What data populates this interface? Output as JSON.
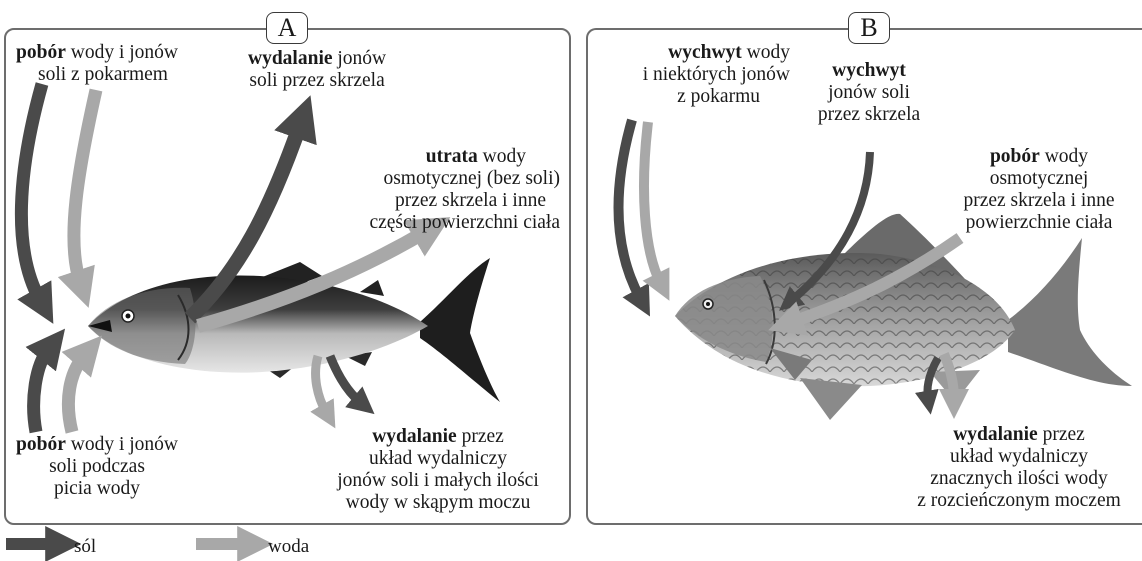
{
  "panels": [
    {
      "letter": "A",
      "labels": {
        "intake_food": {
          "bold": "pobór",
          "rest": "wody i jonów",
          "line2": "soli z pokarmem"
        },
        "gills_excretion": {
          "bold": "wydalanie",
          "rest": "jonów",
          "line2": "soli przez skrzela"
        },
        "osmotic_loss": {
          "bold": "utrata",
          "rest": "wody",
          "line2": "osmotycznej (bez soli)",
          "line3": "przez skrzela i inne",
          "line4": "części powierzchni ciała"
        },
        "intake_drinking": {
          "bold": "pobór",
          "rest": "wody i jonów",
          "line2": "soli podczas",
          "line3": "picia wody"
        },
        "kidney_excretion": {
          "bold": "wydalanie",
          "rest": "przez",
          "line2": "układ wydalniczy",
          "line3": "jonów soli i małych ilości",
          "line4": "wody w skąpym moczu"
        }
      }
    },
    {
      "letter": "B",
      "labels": {
        "uptake_food": {
          "bold": "wychwyt",
          "rest": "wody",
          "line2": "i niektórych jonów",
          "line3": "z pokarmu"
        },
        "uptake_gills": {
          "bold": "wychwyt",
          "line2": "jonów soli",
          "line3": "przez skrzela"
        },
        "osmotic_intake": {
          "bold": "pobór",
          "rest": "wody",
          "line2": "osmotycznej",
          "line3": "przez skrzela i inne",
          "line4": "powierzchnie ciała"
        },
        "kidney_excretion": {
          "bold": "wydalanie",
          "rest": "przez",
          "line2": "układ wydalniczy",
          "line3": "znacznych ilości wody",
          "line4": "z rozcieńczonym moczem"
        }
      }
    }
  ],
  "legend": {
    "salt": {
      "label": "sól",
      "color": "#4a4a4a"
    },
    "water": {
      "label": "woda",
      "color": "#a8a8a8"
    }
  }
}
